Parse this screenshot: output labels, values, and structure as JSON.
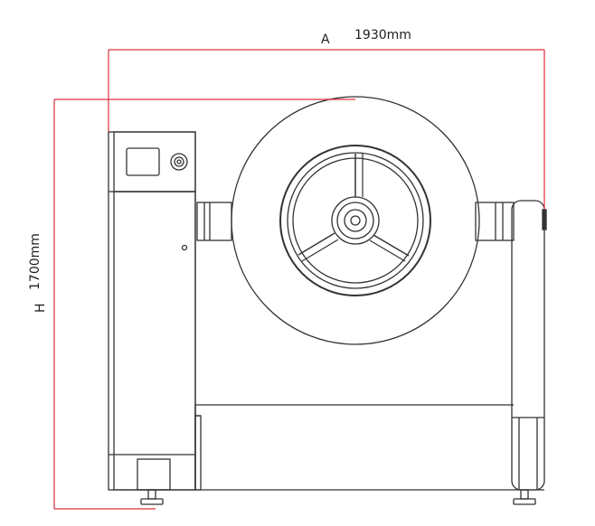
{
  "dimensions": {
    "width_letter": "A",
    "width_value": "1930mm",
    "height_letter": "H",
    "height_value": "1700mm"
  },
  "colors": {
    "dimension_line": "#e0303a",
    "outline": "#333333",
    "background": "#ffffff"
  },
  "icons": {
    "control_knob": "knob-icon",
    "display_screen": "display-screen-icon"
  }
}
